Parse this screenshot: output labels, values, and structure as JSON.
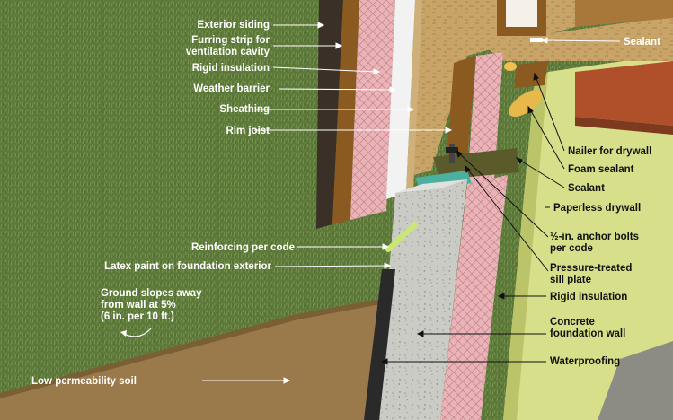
{
  "labels": {
    "exterior_siding": "Exterior siding",
    "furring_strip": [
      "Furring strip for",
      "ventilation cavity"
    ],
    "rigid_insulation_top": "Rigid insulation",
    "weather_barrier": "Weather barrier",
    "sheathing": "Sheathing",
    "rim_joist": "Rim joist",
    "sealant_top": "Sealant",
    "nailer": "Nailer for drywall",
    "foam_sealant": "Foam sealant",
    "sealant": "Sealant",
    "drywall": "Paperless drywall",
    "reinforcing": "Reinforcing per code",
    "latex_paint": "Latex paint on foundation exterior",
    "anchor_bolts": [
      "½-in. anchor bolts",
      "per code"
    ],
    "sill_plate": [
      "Pressure-treated",
      "sill plate"
    ],
    "rigid_insulation_bottom": "Rigid insulation",
    "concrete_wall": [
      "Concrete",
      "foundation wall"
    ],
    "waterproofing": "Waterproofing",
    "ground_slopes": [
      "Ground slopes away",
      "from wall at 5%",
      "(6 in. per 10 ft.)"
    ],
    "soil": "Low permeability soil"
  },
  "colors": {
    "grass": "#5d7a3a",
    "soil": "#9a7a4a",
    "osb": "#c8a468",
    "insulation": "#e8b4b8",
    "drywall": "#d8df8a",
    "concrete": "#c8c8c4",
    "waterproofing": "#2a2a2a",
    "sill_plate": "#5a5a2a",
    "wood": "#8a5a20"
  }
}
